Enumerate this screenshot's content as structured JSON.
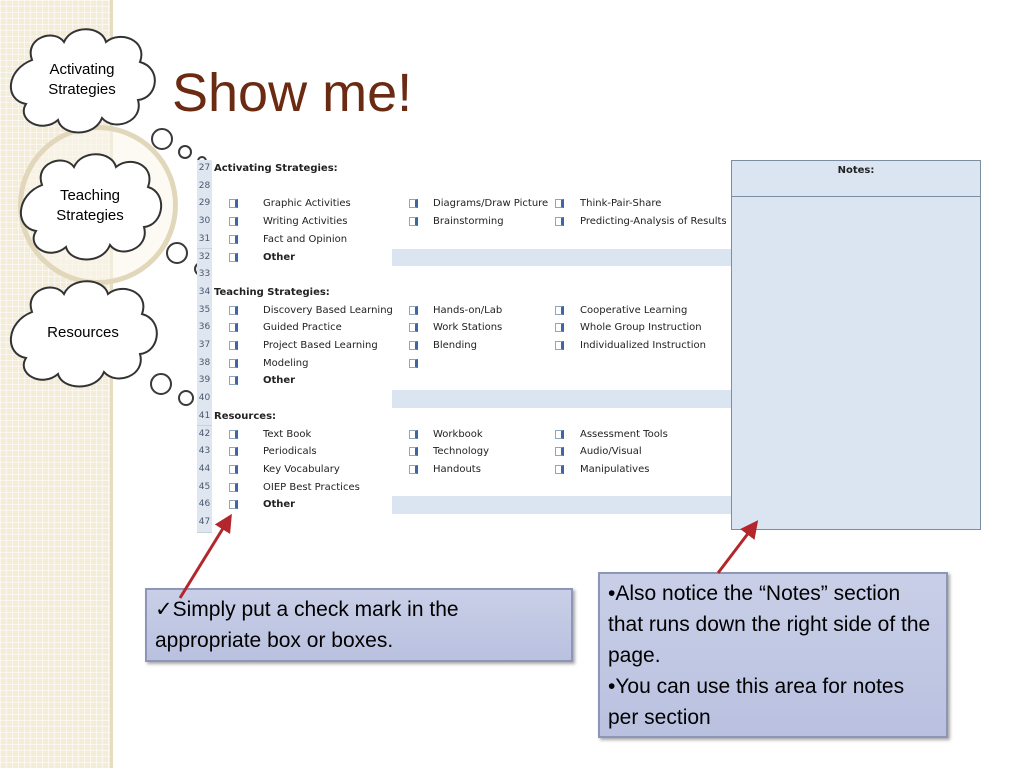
{
  "slide": {
    "title": "Show me!"
  },
  "clouds": [
    {
      "line1": "Activating",
      "line2": "Strategies"
    },
    {
      "line1": "Teaching",
      "line2": "Strategies"
    },
    {
      "line1": "Resources",
      "line2": ""
    }
  ],
  "sheet": {
    "rows": [
      {
        "num": "27",
        "section": "Activating Strategies:"
      },
      {
        "num": "28"
      },
      {
        "num": "29",
        "c1": "Graphic Activities",
        "c2": "Diagrams/Draw Picture",
        "c3": "Think-Pair-Share"
      },
      {
        "num": "30",
        "c1": "Writing Activities",
        "c2": "Brainstorming",
        "c3": "Predicting-Analysis of Results"
      },
      {
        "num": "31",
        "c1": "Fact and Opinion"
      },
      {
        "num": "32",
        "c1": "Other",
        "band": true
      },
      {
        "num": "33"
      },
      {
        "num": "34",
        "section": "Teaching Strategies:"
      },
      {
        "num": "35",
        "c1": "Discovery Based Learning",
        "c2": "Hands-on/Lab",
        "c3": "Cooperative Learning"
      },
      {
        "num": "36",
        "c1": "Guided Practice",
        "c2": "Work Stations",
        "c3": "Whole Group Instruction"
      },
      {
        "num": "37",
        "c1": "Project Based Learning",
        "c2": "Blending",
        "c3": "Individualized Instruction"
      },
      {
        "num": "38",
        "c1": "Modeling",
        "c2": ""
      },
      {
        "num": "39",
        "c1": "Other"
      },
      {
        "num": "40",
        "band": true
      },
      {
        "num": "41",
        "section": "Resources:"
      },
      {
        "num": "42",
        "c1": "Text Book",
        "c2": "Workbook",
        "c3": "Assessment Tools"
      },
      {
        "num": "43",
        "c1": "Periodicals",
        "c2": "Technology",
        "c3": "Audio/Visual"
      },
      {
        "num": "44",
        "c1": "Key Vocabulary",
        "c2": "Handouts",
        "c3": "Manipulatives"
      },
      {
        "num": "45",
        "c1": "OIEP Best Practices"
      },
      {
        "num": "46",
        "c1": "Other",
        "band": true
      },
      {
        "num": "47"
      }
    ],
    "notes_header": "Notes:"
  },
  "callout_left": {
    "text": "✓Simply put a check mark in the appropriate box or boxes."
  },
  "callout_right": {
    "line1": "•Also notice the “Notes” section that runs down the right side of the page.",
    "line2": "•You can use this area for notes per section"
  },
  "colors": {
    "title": "#6b2a12",
    "arrow": "#b3262b",
    "callout_fill": "#c3cae4",
    "notes_fill": "#dbe5f1"
  }
}
